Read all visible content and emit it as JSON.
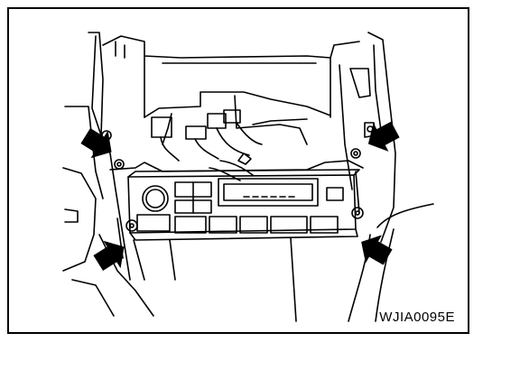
{
  "figure": {
    "code": "WJIA0095E",
    "subject": "radio-and-climate-control-unit",
    "callouts": [
      {
        "name": "screw-arrow-upper-left",
        "icon": "arrow-icon"
      },
      {
        "name": "screw-arrow-upper-right",
        "icon": "arrow-icon"
      },
      {
        "name": "screw-arrow-lower-left",
        "icon": "arrow-icon"
      },
      {
        "name": "screw-arrow-lower-right",
        "icon": "arrow-icon"
      }
    ],
    "colors": {
      "ink": "#000000",
      "paper": "#ffffff"
    }
  }
}
